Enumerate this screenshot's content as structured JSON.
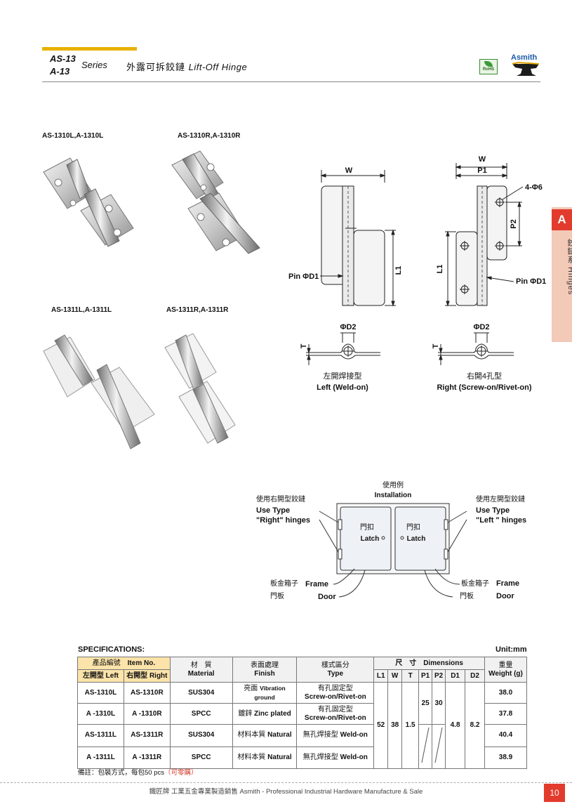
{
  "header": {
    "code_top": "AS-13",
    "code_bottom": "A-13",
    "series": "Series",
    "title_zh": "外露可拆鉸鏈",
    "title_en": "Lift-Off  Hinge",
    "rohs": "RoHS",
    "brand": "Asmith"
  },
  "side_tab": {
    "letter": "A",
    "text": "鉸鏈系 Hinges"
  },
  "photos": {
    "p1": "AS-1310L,A-1310L",
    "p2": "AS-1310R,A-1310R",
    "p3": "AS-1311L,A-1311L",
    "p4": "AS-1311R,A-1311R"
  },
  "drawing_left": {
    "w": "W",
    "l1": "L1",
    "pin": "Pin ΦD1",
    "d2": "ΦD2",
    "t": "T",
    "cap_zh": "左開焊接型",
    "cap_en": "Left (Weld-on)"
  },
  "drawing_right": {
    "w": "W",
    "p1": "P1",
    "p2": "P2",
    "holes": "4-Φ6",
    "l1": "L1",
    "pin": "Pin ΦD1",
    "d2": "ΦD2",
    "t": "T",
    "cap_zh": "右開4孔型",
    "cap_en": "Right (Screw-on/Rivet-on)"
  },
  "installation": {
    "title_zh": "使用例",
    "title_en": "Installation",
    "left_zh": "使用右開型鉸鏈",
    "left_en1": "Use Type",
    "left_en2": "\"Right\" hinges",
    "right_zh": "使用左開型鉸鏈",
    "right_en1": "Use Type",
    "right_en2": "\"Left \" hinges",
    "latch_zh": "門扣",
    "latch_en": "Latch",
    "frame_zh": "板金箱子",
    "frame_en": "Frame",
    "door_zh": "門板",
    "door_en": "Door"
  },
  "spec": {
    "title": "SPECIFICATIONS:",
    "unit": "Unit:mm",
    "h_code_zh": "產品編號",
    "h_code_en": "Item No.",
    "h_left": "左開型 Left",
    "h_right": "右開型 Right",
    "h_mat_zh": "材　質",
    "h_mat_en": "Material",
    "h_fin_zh": "表面處理",
    "h_fin_en": "Finish",
    "h_type_zh": "樣式區分",
    "h_type_en": "Type",
    "h_dim": "尺　寸　Dimensions",
    "h_wt_zh": "重量",
    "h_wt_en": "Weight (g)",
    "dims": [
      "L1",
      "W",
      "T",
      "P1",
      "P2",
      "D1",
      "D2"
    ],
    "rows": [
      {
        "left": "AS-1310L",
        "right": "AS-1310R",
        "mat": "SUS304",
        "fin_zh": "亮面",
        "fin_en": "Vibration ground",
        "type_zh": "有孔固定型",
        "type_en": "Screw-on/Rivet-on",
        "wt": "38.0"
      },
      {
        "left": "A  -1310L",
        "right": "A  -1310R",
        "mat": "SPCC",
        "fin_zh": "鍍鋅",
        "fin_en": "Zinc plated",
        "type_zh": "有孔固定型",
        "type_en": "Screw-on/Rivet-on",
        "wt": "37.8"
      },
      {
        "left": "AS-1311L",
        "right": "AS-1311R",
        "mat": "SUS304",
        "fin_zh": "材料本質",
        "fin_en": "Natural",
        "type_zh": "無孔焊接型",
        "type_en": "Weld-on",
        "wt": "40.4"
      },
      {
        "left": "A  -1311L",
        "right": "A  -1311R",
        "mat": "SPCC",
        "fin_zh": "材料本質",
        "fin_en": "Natural",
        "type_zh": "無孔焊接型",
        "type_en": "Weld-on",
        "wt": "38.9"
      }
    ],
    "vals": {
      "l1": "52",
      "w": "38",
      "t": "1.5",
      "p1": "25",
      "p2": "30",
      "d1": "4.8",
      "d2": "8.2"
    }
  },
  "note": {
    "text": "備註：包裝方式，每包50 pcs",
    "red": "（可零購）"
  },
  "footer": "鐵匠牌  工業五金專業製造銷售  Asmith - Professional Industrial Hardware Manufacture & Sale",
  "page": "10"
}
